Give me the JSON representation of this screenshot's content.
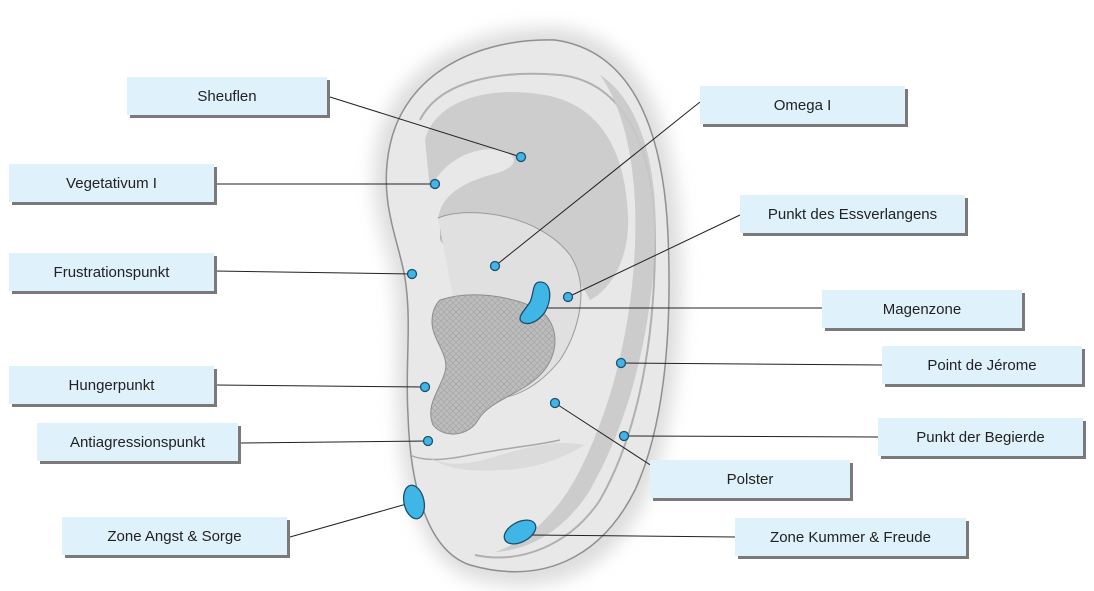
{
  "diagram": {
    "colors": {
      "label_bg": "#dff1fb",
      "label_shadow": "#7a7a7a",
      "point_fill": "#3fb6e6",
      "point_stroke": "#1d4e6e",
      "leader_line": "#222222",
      "ear_fill": "#e6e6e6",
      "ear_outline": "#8a8a8a",
      "cartilage_fill": "#c9c9c9"
    },
    "labels": {
      "sheuflen": "Sheuflen",
      "vegetativum": "Vegetativum I",
      "frustrationspunkt": "Frustrationspunkt",
      "hungerpunkt": "Hungerpunkt",
      "antiagressionspunkt": "Antiagressionspunkt",
      "zone_angst": "Zone Angst & Sorge",
      "omega": "Omega I",
      "essverlangen": "Punkt des Essverlangens",
      "magenzone": "Magenzone",
      "point_jerome": "Point de Jérome",
      "begierde": "Punkt der Begierde",
      "polster": "Polster",
      "zone_kummer": "Zone Kummer & Freude"
    }
  }
}
